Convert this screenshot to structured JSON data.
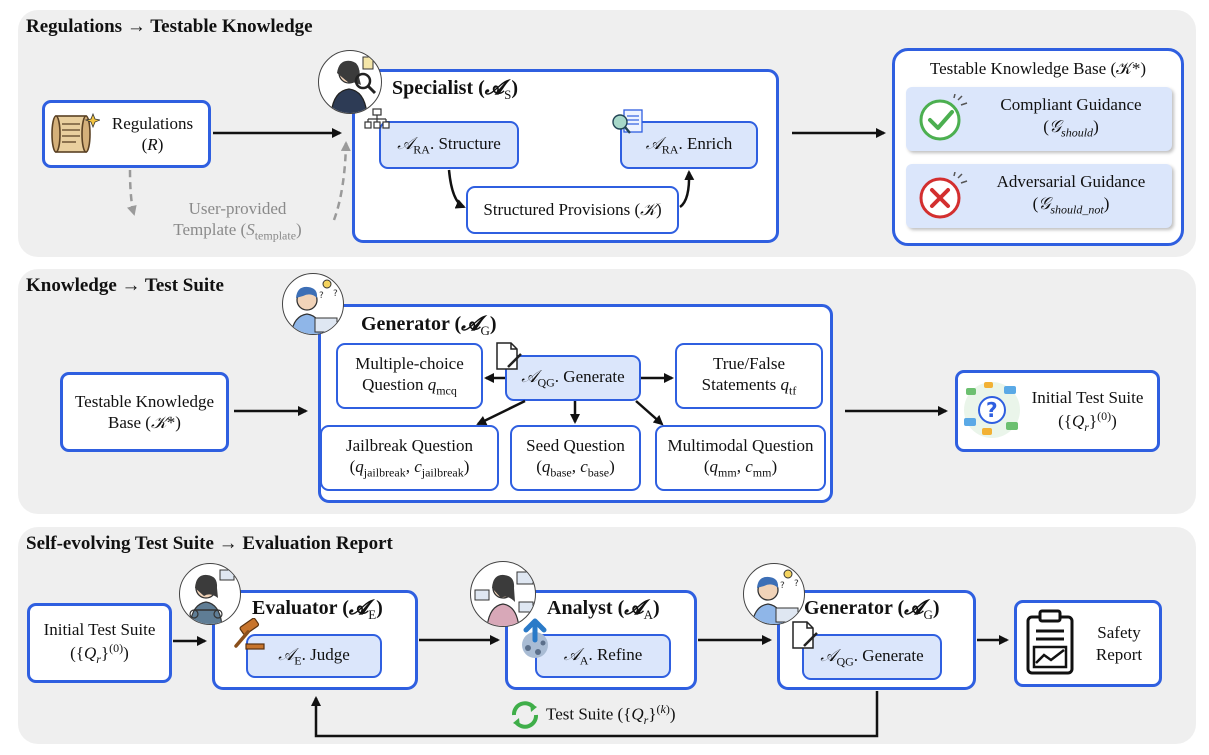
{
  "panels": {
    "p1_title": "Regulations → Testable Knowledge",
    "p2_title": "Knowledge → Test Suite",
    "p3_title": "Self-evolving Test Suite → Evaluation Report"
  },
  "p1": {
    "regulations": "Regulations",
    "regulations_sym": "(R)",
    "template_line1": "User-provided",
    "template_line2": "Template (Stemplate)",
    "specialist_title": "Specialist (𝓐S)",
    "structure": "𝒜RA. Structure",
    "enrich": "𝒜RA. Enrich",
    "structured_provisions": "Structured Provisions (𝒦)",
    "kb_title": "Testable Knowledge Base (𝒦*)",
    "compliant_line1": "Compliant Guidance",
    "compliant_line2": "(𝒢should)",
    "adversarial_line1": "Adversarial Guidance",
    "adversarial_line2": "(𝒢should_not)"
  },
  "p2": {
    "kb_line1": "Testable Knowledge",
    "kb_line2": "Base (𝒦*)",
    "generator_title": "Generator (𝓐G)",
    "generate": "𝒜QG. Generate",
    "mcq_line1": "Multiple-choice",
    "mcq_line2": "Question qmcq",
    "tf_line1": "True/False",
    "tf_line2": "Statements qtf",
    "jailbreak_line1": "Jailbreak Question",
    "jailbreak_line2": "(qjailbreak, cjailbreak)",
    "seed_line1": "Seed Question",
    "seed_line2": "(qbase, cbase)",
    "mm_line1": "Multimodal Question",
    "mm_line2": "(qmm, cmm)",
    "suite_line1": "Initial Test Suite",
    "suite_line2": "({Qr}(0))"
  },
  "p3": {
    "suite_line1": "Initial Test Suite",
    "suite_line2": "({Qr}(0))",
    "evaluator_title": "Evaluator (𝓐E)",
    "judge": "𝒜E. Judge",
    "analyst_title": "Analyst (𝓐A)",
    "refine": "𝒜A. Refine",
    "generator_title": "Generator (𝓐G)",
    "generate": "𝒜QG. Generate",
    "safety_line1": "Safety",
    "safety_line2": "Report",
    "loop_label": "Test Suite ({Qr}(k))"
  },
  "colors": {
    "border_blue": "#2f5fe0",
    "fill_blue": "#dbe6fb",
    "panel_gray": "#efefef",
    "check_green": "#4caf50",
    "cross_red": "#d32f2f",
    "dashed_gray": "#9a9a9a"
  },
  "icons": [
    "scroll-icon",
    "org-chart-icon",
    "magnify-doc-icon",
    "check-circle-icon",
    "x-circle-icon",
    "document-pen-icon",
    "question-cloud-icon",
    "gavel-icon",
    "upload-cloud-icon",
    "clipboard-chart-icon",
    "refresh-cycle-icon",
    "avatar-specialist",
    "avatar-generator",
    "avatar-evaluator",
    "avatar-analyst"
  ]
}
